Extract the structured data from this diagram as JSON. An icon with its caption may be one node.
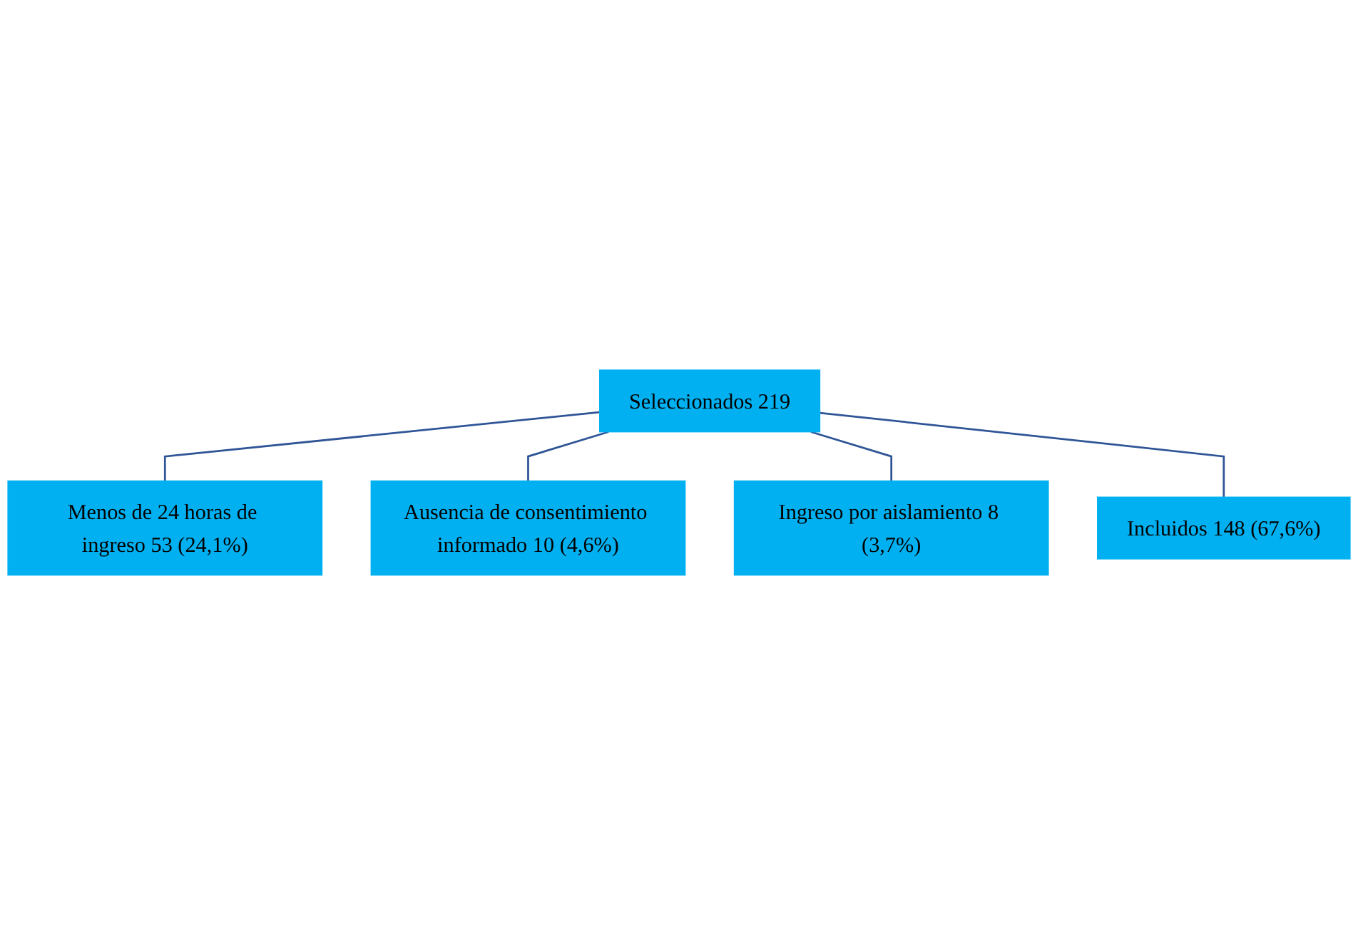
{
  "diagram": {
    "nodes": [
      {
        "text": [
          "Seleccionados 219"
        ]
      },
      {
        "text": [
          "Menos de 24 horas de ingreso 53 (24,1%)"
        ]
      },
      {
        "text": [
          "Ausencia de consentimiento informado 10 (4,6%)"
        ]
      },
      {
        "text": [
          "Ingreso por aislamiento 8 (3,7%)"
        ]
      },
      {
        "text": [
          "Incluidos 148 (67,6%)"
        ]
      }
    ],
    "edges": [
      {
        "from": 0,
        "to": 1,
        "arrow": "none"
      },
      {
        "from": 0,
        "to": 2,
        "arrow": "none"
      },
      {
        "from": 0,
        "to": 3,
        "arrow": "none"
      },
      {
        "from": 0,
        "to": 4,
        "arrow": "none"
      }
    ]
  }
}
